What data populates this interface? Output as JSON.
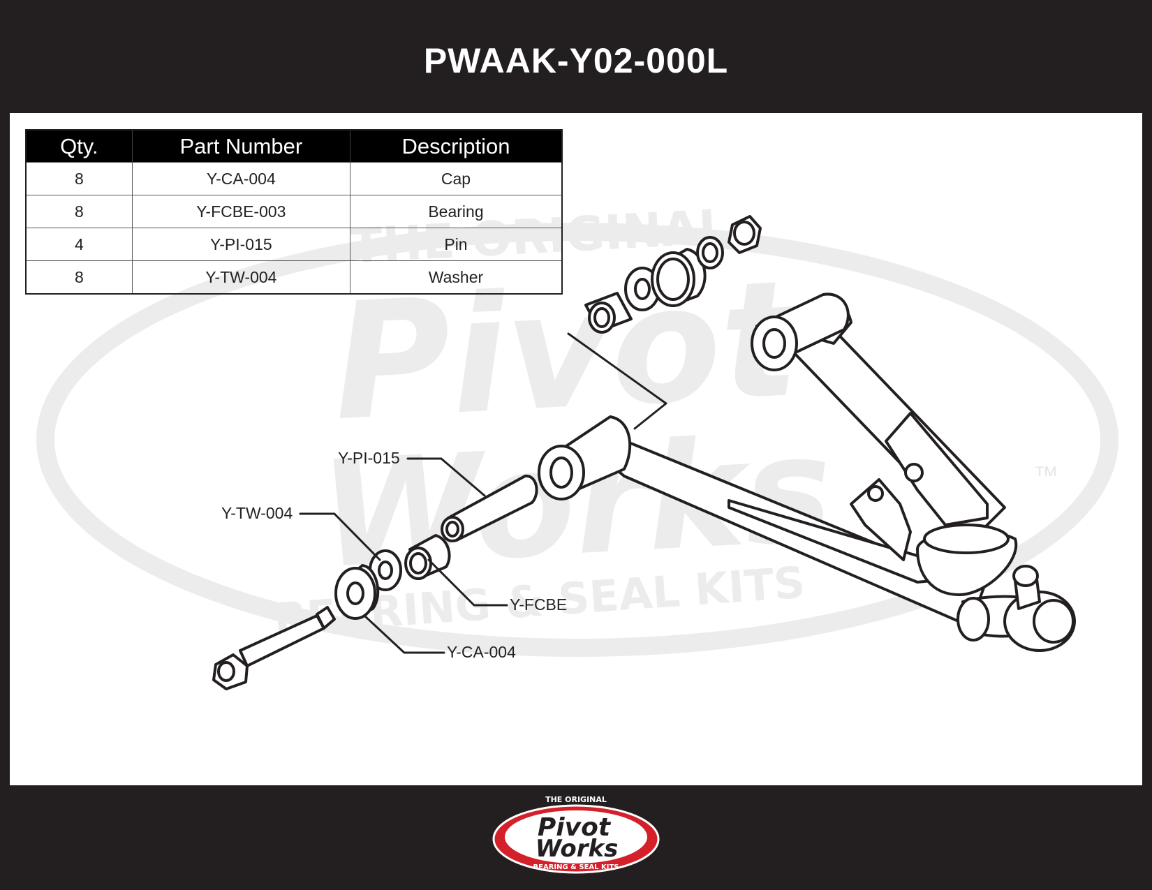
{
  "title": "PWAAK-Y02-000L",
  "table": {
    "headers": [
      "Qty.",
      "Part Number",
      "Description"
    ],
    "rows": [
      {
        "qty": "8",
        "part": "Y-CA-004",
        "desc": "Cap"
      },
      {
        "qty": "8",
        "part": "Y-FCBE-003",
        "desc": "Bearing"
      },
      {
        "qty": "4",
        "part": "Y-PI-015",
        "desc": "Pin"
      },
      {
        "qty": "8",
        "part": "Y-TW-004",
        "desc": "Washer"
      }
    ]
  },
  "callouts": {
    "pin": "Y-PI-015",
    "washer": "Y-TW-004",
    "bearing": "Y-FCBE",
    "cap": "Y-CA-004"
  },
  "watermark": {
    "top": "THE ORIGINAL",
    "line1": "Pivot",
    "line2": "Works",
    "bottom": "BEARING & SEAL KITS",
    "tm": "™",
    "color": "#ececec"
  },
  "logo": {
    "top": "THE ORIGINAL",
    "line1": "Pivot",
    "line2": "Works",
    "bottom": "BEARING & SEAL KITS",
    "red": "#d4202a"
  }
}
